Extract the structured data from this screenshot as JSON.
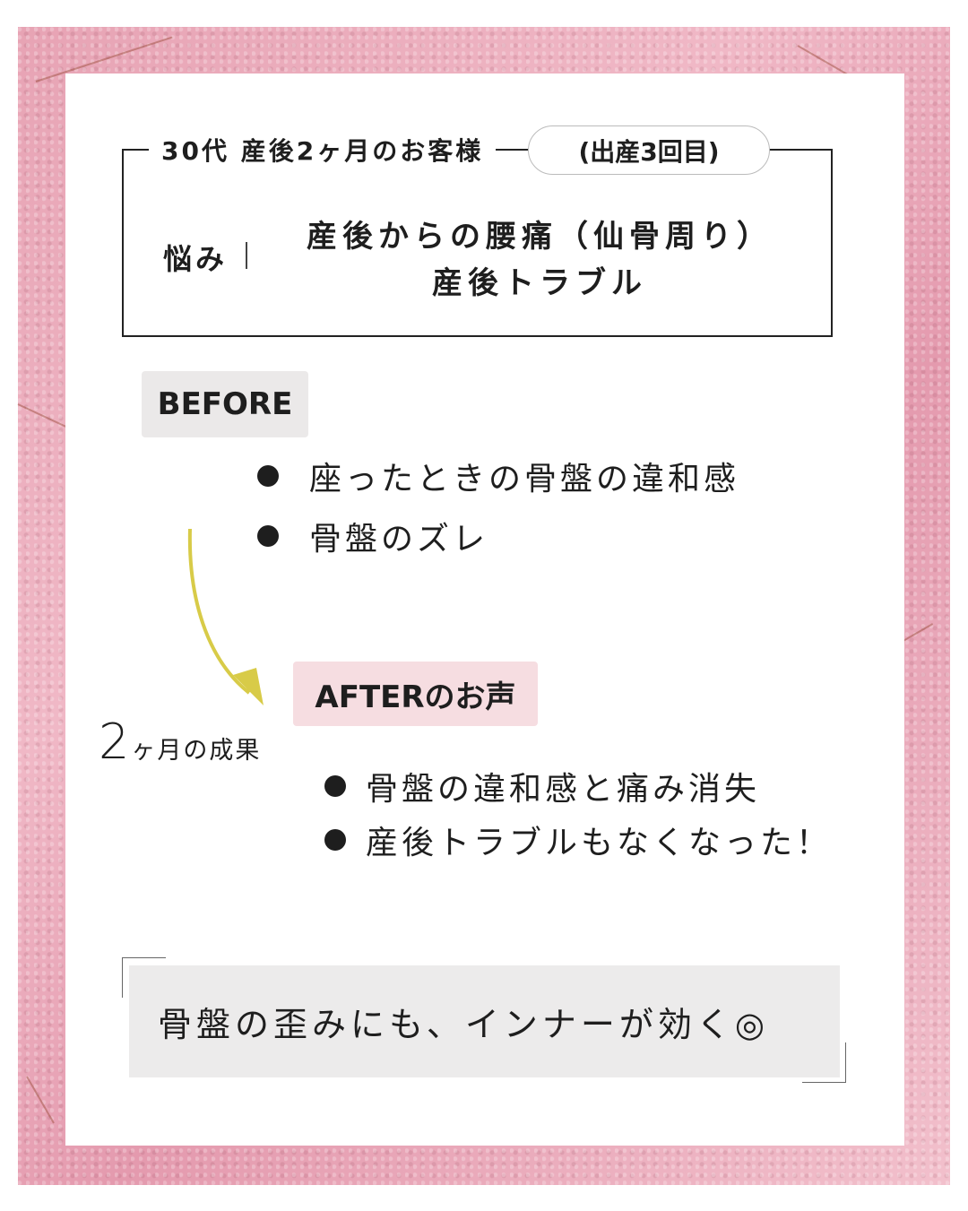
{
  "colors": {
    "background_pink": "#ec aab9",
    "before_tag_bg": "#ebe9e9",
    "after_tag_bg": "#f6dde1",
    "summary_bg": "#ecebeb",
    "arrow": "#d8cb48",
    "text": "#1e1e1e"
  },
  "header": {
    "customer": "30代 産後2ヶ月のお客様",
    "pill": "(出産3回目)"
  },
  "worry": {
    "label": "悩み",
    "lines": [
      "産後からの腰痛（仙骨周り）",
      "産後トラブル"
    ]
  },
  "before": {
    "tag": "BEFORE",
    "items": [
      "座ったときの骨盤の違和感",
      "骨盤のズレ"
    ]
  },
  "result": {
    "number": "2",
    "text": "ヶ月の成果"
  },
  "after": {
    "tag": "AFTERのお声",
    "items": [
      "骨盤の違和感と痛み消失",
      "産後トラブルもなくなった！"
    ]
  },
  "summary": {
    "text": "骨盤の歪みにも、インナーが効く◎"
  },
  "icons": {
    "arrow": "curved-arrow-down-right-icon",
    "bullet": "bullet-dot-icon"
  }
}
